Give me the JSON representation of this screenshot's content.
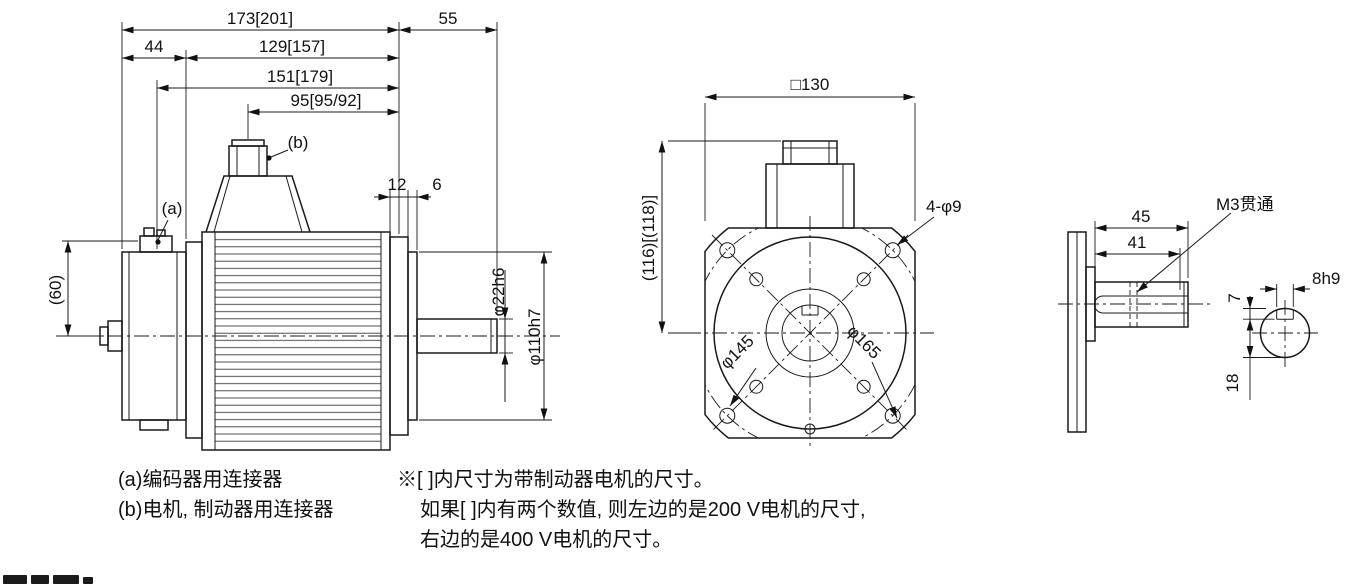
{
  "side_view": {
    "dims": {
      "total_length": "173[201]",
      "shaft_extension": "55",
      "rear_section": "44",
      "body_length": "129[157]",
      "cover_length": "151[179]",
      "connector_center": "95[95/92]",
      "flange_thickness": "12",
      "spigot_length": "6",
      "connector_height": "(60)",
      "shaft_diameter": "φ22h6",
      "spigot_diameter": "φ110h7"
    },
    "labels": {
      "a": "(a)",
      "b": "(b)"
    }
  },
  "front_view": {
    "dims": {
      "flange_square": "□130",
      "overall_height": "(116)[(118)]",
      "mount_holes": "4-φ9",
      "bolt_circle": "φ145",
      "corner_circle": "φ165"
    }
  },
  "shaft_detail": {
    "dims": {
      "shaft_length": "45",
      "keyway_length": "41",
      "tap_label": "M3贯通",
      "key_height": "7",
      "key_width": "8h9",
      "key_flat": "18"
    }
  },
  "notes": {
    "a": "(a)编码器用连接器",
    "b": "(b)电机, 制动器用连接器",
    "bracket_line1": "※[ ]内尺寸为带制动器电机的尺寸。",
    "bracket_line2": "如果[ ]内有两个数值, 则左边的是200 V电机的尺寸,",
    "bracket_line3": "右边的是400 V电机的尺寸。"
  },
  "colors": {
    "line": "#1a1a1a",
    "background": "#ffffff"
  }
}
